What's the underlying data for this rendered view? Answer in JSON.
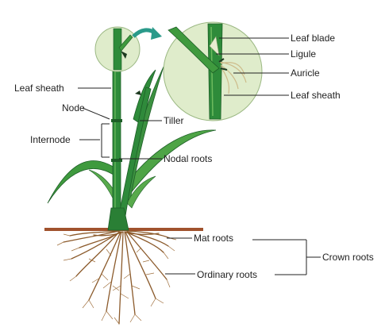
{
  "labels": {
    "leaf_blade": "Leaf blade",
    "ligule": "Ligule",
    "auricle": "Auricle",
    "leaf_sheath_detail": "Leaf sheath",
    "leaf_sheath": "Leaf sheath",
    "node": "Node",
    "tiller": "Tiller",
    "internode": "Internode",
    "nodal_roots": "Nodal roots",
    "mat_roots": "Mat roots",
    "crown_roots": "Crown roots",
    "ordinary_roots": "Ordinary roots"
  },
  "colors": {
    "stem_green": "#2e8b3a",
    "stem_dark": "#1d5e27",
    "leaf_light": "#5fae4f",
    "zoom_circle": "#dfeccb",
    "arrow_teal": "#2a9a8a",
    "soil_line": "#a0522d",
    "root_brown": "#8b5a2b",
    "auricle_tan": "#cdbb8a"
  }
}
